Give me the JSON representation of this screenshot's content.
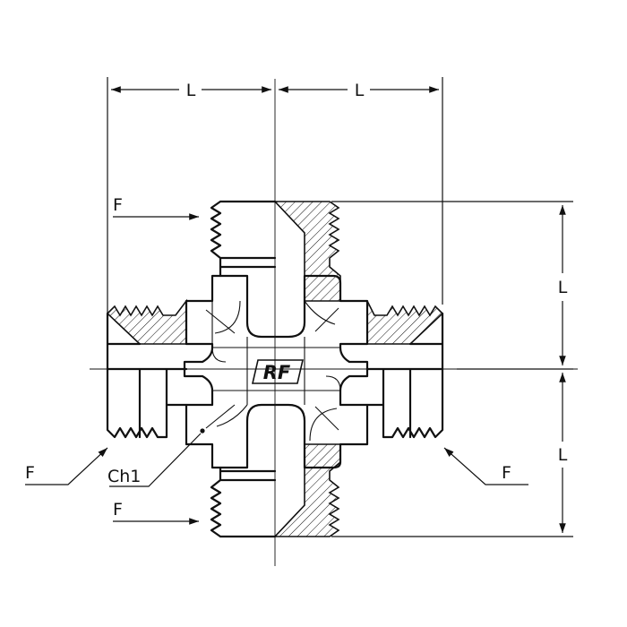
{
  "labels": {
    "dim_top_left": "L",
    "dim_top_right": "L",
    "dim_right_upper": "L",
    "dim_right_lower": "L",
    "port_top_left": "F",
    "port_bottom_left": "F",
    "port_left": "F",
    "port_right": "F",
    "chamfer": "Ch1"
  },
  "logo": "RF"
}
